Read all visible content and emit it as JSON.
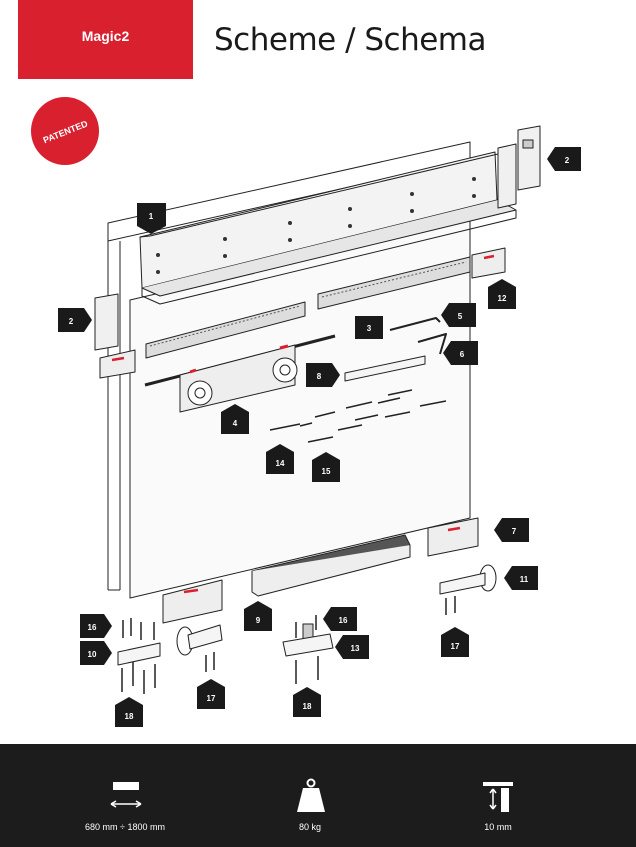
{
  "header": {
    "brand": "Magic2",
    "title": "Scheme / Schema"
  },
  "badge": {
    "text": "PATENTED",
    "color": "#d8202f"
  },
  "colors": {
    "accent": "#d8202f",
    "footer_bg": "#1c1c1c",
    "tag_bg": "#1a1a1a"
  },
  "callouts": [
    {
      "num": "1"
    },
    {
      "num": "2"
    },
    {
      "num": "2"
    },
    {
      "num": "3"
    },
    {
      "num": "4"
    },
    {
      "num": "5"
    },
    {
      "num": "6"
    },
    {
      "num": "7"
    },
    {
      "num": "8"
    },
    {
      "num": "9"
    },
    {
      "num": "10"
    },
    {
      "num": "11"
    },
    {
      "num": "12"
    },
    {
      "num": "13"
    },
    {
      "num": "14"
    },
    {
      "num": "15"
    },
    {
      "num": "16"
    },
    {
      "num": "16"
    },
    {
      "num": "17"
    },
    {
      "num": "17"
    },
    {
      "num": "18"
    },
    {
      "num": "18"
    }
  ],
  "specs": [
    {
      "icon": "door-width-icon",
      "label": "680 mm ÷ 1800 mm"
    },
    {
      "icon": "weight-icon",
      "label": "80 kg"
    },
    {
      "icon": "thickness-icon",
      "label": "10 mm"
    }
  ]
}
